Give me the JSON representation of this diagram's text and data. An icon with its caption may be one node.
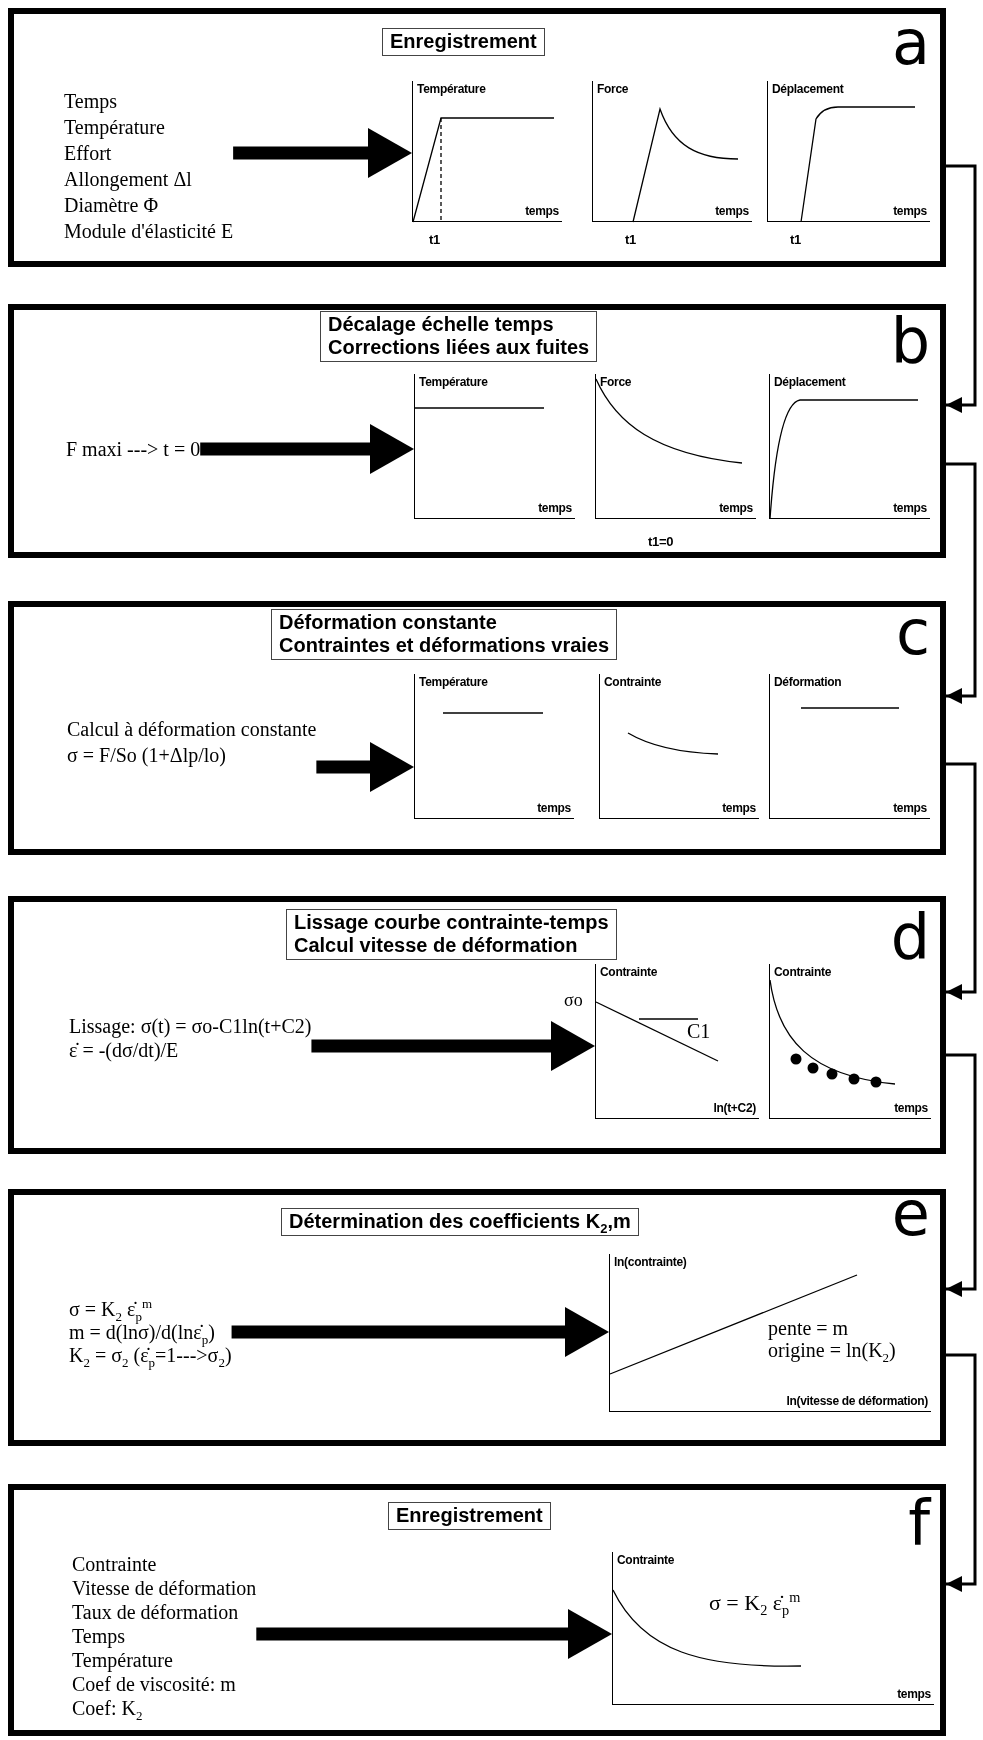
{
  "diagram": {
    "nodes": [
      {
        "text": [
          "a"
        ]
      },
      {
        "text": [
          "Enregistrement"
        ],
        "in": 0
      },
      {
        "text": [
          "Temps",
          "Température",
          "Effort",
          "Allongement Δl",
          "Diamètre Φ",
          "Module d'élasticité E"
        ],
        "in": 0
      },
      {
        "text": [
          "Température",
          "temps"
        ],
        "beside": [
          "t1"
        ],
        "in": 0
      },
      {
        "text": [
          "Force",
          "temps"
        ],
        "beside": [
          "t1"
        ],
        "in": 0
      },
      {
        "text": [
          "Déplacement",
          "temps"
        ],
        "beside": [
          "t1"
        ],
        "in": 0
      },
      {
        "text": [
          "b"
        ]
      },
      {
        "text": [
          "Décalage échelle temps",
          "Corrections liées aux fuites"
        ],
        "in": 6
      },
      {
        "text": [
          "F maxi ---> t = 0"
        ],
        "in": 6
      },
      {
        "text": [
          "Température",
          "temps"
        ],
        "in": 6
      },
      {
        "text": [
          "Force",
          "temps"
        ],
        "beside": [
          "t1=0"
        ],
        "in": 6
      },
      {
        "text": [
          "Déplacement",
          "temps"
        ],
        "in": 6
      },
      {
        "text": [
          "c"
        ]
      },
      {
        "text": [
          "Déformation constante",
          "Contraintes et déformations vraies"
        ],
        "in": 12
      },
      {
        "text": [
          "Calcul à déformation constante",
          "σ = F/So (1+Δlp/lo)"
        ],
        "in": 12
      },
      {
        "text": [
          "Température",
          "temps"
        ],
        "in": 12
      },
      {
        "text": [
          "Contrainte",
          "temps"
        ],
        "in": 12
      },
      {
        "text": [
          "Déformation",
          "temps"
        ],
        "in": 12
      },
      {
        "text": [
          "d"
        ]
      },
      {
        "text": [
          "Lissage courbe contrainte-temps",
          "Calcul vitesse de déformation"
        ],
        "in": 18
      },
      {
        "text": [
          "Lissage: σ(t) = σo-C1ln(t+C2)",
          "ε̇ = -(dσ/dt)/E"
        ],
        "in": 18
      },
      {
        "text": [
          "Contrainte",
          "C1",
          "ln(t+C2)"
        ],
        "beside": [
          "σo"
        ],
        "in": 18
      },
      {
        "text": [
          "Contrainte",
          "temps"
        ],
        "in": 18
      },
      {
        "text": [
          "e"
        ]
      },
      {
        "text": [
          "Détermination des coefficients K$_{2}$,m"
        ],
        "in": 23
      },
      {
        "text": [
          "σ = K$_{2}$ ε̇$_{p}$$^{m}$",
          "m = d(lnσ)/d(lnε̇$_{p}$)",
          "K$_{2}$ = σ$_{2}$ (ε̇$_{p}$=1--->σ$_{2}$)"
        ],
        "in": 23
      },
      {
        "text": [
          "ln(contrainte)",
          "pente = m",
          "origine = ln(K$_{2}$)",
          "ln(vitesse de déformation)"
        ],
        "in": 23
      },
      {
        "text": [
          "f"
        ]
      },
      {
        "text": [
          "Enregistrement"
        ],
        "in": 27
      },
      {
        "text": [
          "Contrainte",
          "Vitesse de déformation",
          "Taux de déformation",
          "Temps",
          "Température",
          "Coef de viscosité: m",
          "Coef: K$_{2}$"
        ],
        "in": 27
      },
      {
        "text": [
          "Contrainte",
          "σ = K$_{2}$ ε̇$_{p}$$^{m}$",
          "temps"
        ],
        "in": 27
      }
    ],
    "edges": [
      {
        "from": 2,
        "to": 3,
        "arrow": "to"
      },
      {
        "from": 8,
        "to": 9,
        "arrow": "to"
      },
      {
        "from": 14,
        "to": 15,
        "arrow": "to"
      },
      {
        "from": 20,
        "to": 21,
        "arrow": "to"
      },
      {
        "from": 25,
        "to": 26,
        "arrow": "to"
      },
      {
        "from": 29,
        "to": 30,
        "arrow": "to"
      },
      {
        "from": 0,
        "to": 6,
        "arrow": "to"
      },
      {
        "from": 6,
        "to": 12,
        "arrow": "to"
      },
      {
        "from": 12,
        "to": 18,
        "arrow": "to"
      },
      {
        "from": 18,
        "to": 23,
        "arrow": "to"
      },
      {
        "from": 23,
        "to": 27,
        "arrow": "to"
      }
    ]
  }
}
